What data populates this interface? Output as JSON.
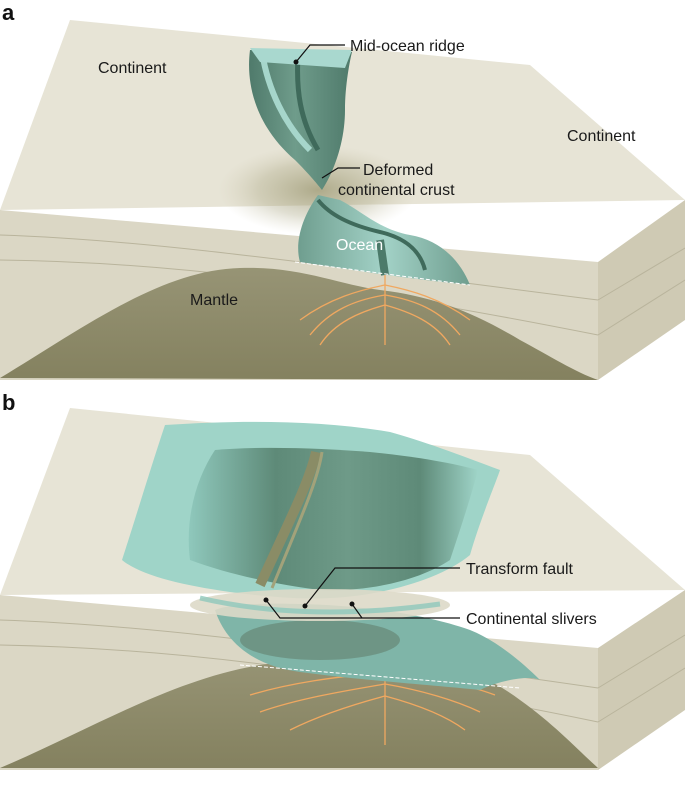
{
  "panels": [
    {
      "letter": "a",
      "labels": {
        "continent_left": "Continent",
        "continent_right": "Continent",
        "mid_ocean_ridge": "Mid-ocean ridge",
        "deformed_line1": "Deformed",
        "deformed_line2": "continental crust",
        "ocean": "Ocean",
        "mantle": "Mantle"
      }
    },
    {
      "letter": "b",
      "labels": {
        "transform_fault": "Transform fault",
        "continental_slivers": "Continental slivers"
      }
    }
  ],
  "colors": {
    "crust_top": "#e7e4d6",
    "crust_side": "#d9d5c3",
    "crust_side_dark": "#c9c4ae",
    "mantle": "#8e8c6c",
    "ocean_light": "#a9d8cf",
    "ocean_mid": "#7fb5a8",
    "ocean_dark": "#5f8f7f",
    "magma": "#f0a860"
  }
}
